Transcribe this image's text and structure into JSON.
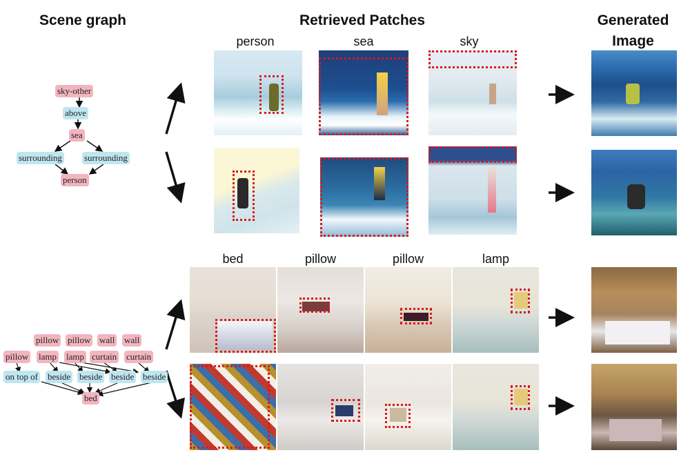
{
  "headers": {
    "scene_graph": "Scene graph",
    "retrieved_patches": "Retrieved Patches",
    "generated_image_line1": "Generated",
    "generated_image_line2": "Image"
  },
  "beach": {
    "labels": [
      "person",
      "sea",
      "sky"
    ],
    "graph": {
      "sky_other": "sky-other",
      "above": "above",
      "sea": "sea",
      "surrounding_left": "surrounding",
      "surrounding_right": "surrounding",
      "person": "person"
    }
  },
  "bedroom": {
    "labels": [
      "bed",
      "pillow",
      "pillow",
      "lamp"
    ],
    "graph": {
      "pillow_a": "pillow",
      "pillow_b": "pillow",
      "wall_a": "wall",
      "wall_b": "wall",
      "pillow_c": "pillow",
      "lamp_a": "lamp",
      "lamp_b": "lamp",
      "curtain_a": "curtain",
      "curtain_b": "curtain",
      "on_top_of": "on top of",
      "beside_a": "beside",
      "beside_b": "beside",
      "beside_c": "beside",
      "beside_d": "beside",
      "bed": "bed"
    }
  },
  "colors": {
    "object_node": "#f2b5bf",
    "relation_node": "#bfe6f0",
    "patch_box": "#d61a1a"
  }
}
